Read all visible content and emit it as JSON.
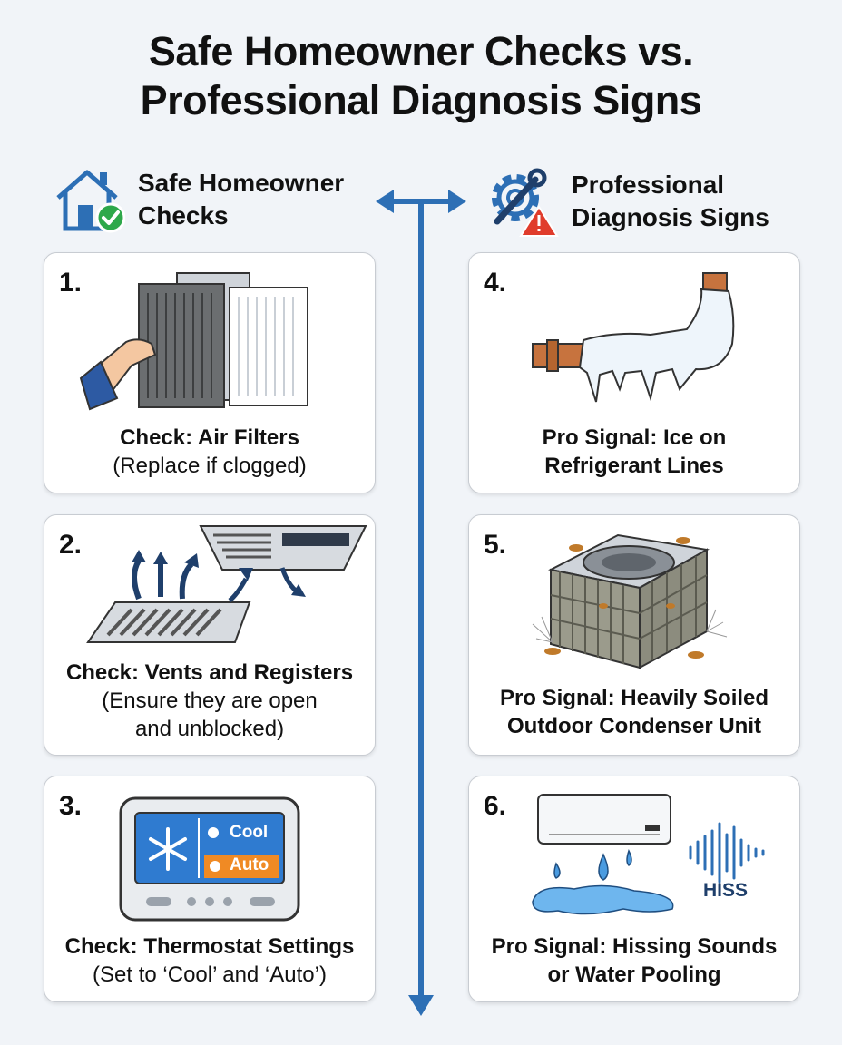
{
  "title_line1": "Safe Homeowner Checks vs.",
  "title_line2": "Professional Diagnosis Signs",
  "left_header": {
    "line1": "Safe Homeowner",
    "line2": "Checks",
    "icon": "house-check-icon"
  },
  "right_header": {
    "line1": "Professional",
    "line2": "Diagnosis Signs",
    "icon": "gear-wrench-warning-icon"
  },
  "cards": [
    {
      "num": "1.",
      "bold": "Check: Air Filters",
      "sub": "(Replace if clogged)"
    },
    {
      "num": "2.",
      "bold": "Check: Vents and Registers",
      "sub1": "(Ensure they are open",
      "sub2": "and unblocked)"
    },
    {
      "num": "3.",
      "bold": "Check: Thermostat Settings",
      "sub": "(Set to ‘Cool’ and ‘Auto’)",
      "screen_cool": "Cool",
      "screen_auto": "Auto"
    },
    {
      "num": "4.",
      "bold1": "Pro Signal: Ice on",
      "bold2": "Refrigerant Lines"
    },
    {
      "num": "5.",
      "bold1": "Pro Signal: Heavily Soiled",
      "bold2": "Outdoor Condenser Unit"
    },
    {
      "num": "6.",
      "bold1": "Pro Signal: Hissing Sounds",
      "bold2": "or Water Pooling",
      "sound_label": "HISS"
    }
  ],
  "colors": {
    "accent_blue": "#2d6fb5",
    "orange": "#f08a24",
    "green": "#2ea84a",
    "red": "#e03c2c"
  }
}
